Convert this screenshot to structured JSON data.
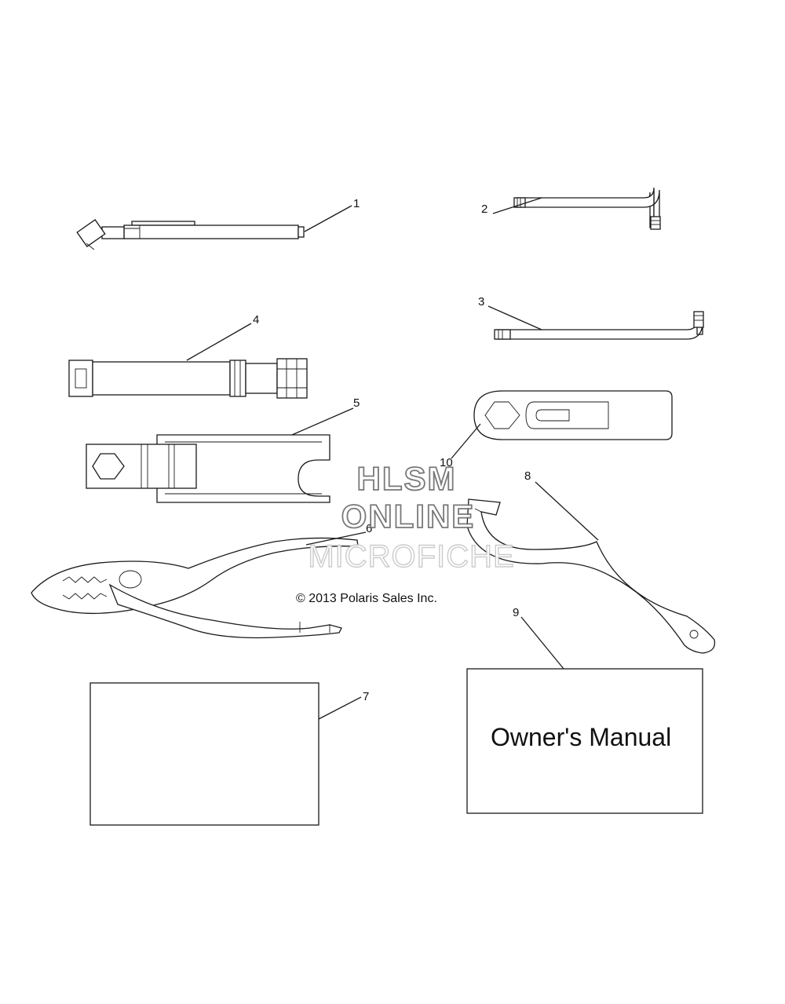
{
  "callouts": {
    "c1": "1",
    "c2": "2",
    "c3": "3",
    "c4": "4",
    "c5": "5",
    "c6": "6",
    "c7": "7",
    "c8": "8",
    "c9": "9",
    "c10": "10"
  },
  "watermark": {
    "line1": "HLSM",
    "line2": "ONLINE",
    "line3": "MICROFICHE"
  },
  "copyright": "© 2013 Polaris Sales Inc.",
  "owners_manual_label": "Owner's Manual"
}
